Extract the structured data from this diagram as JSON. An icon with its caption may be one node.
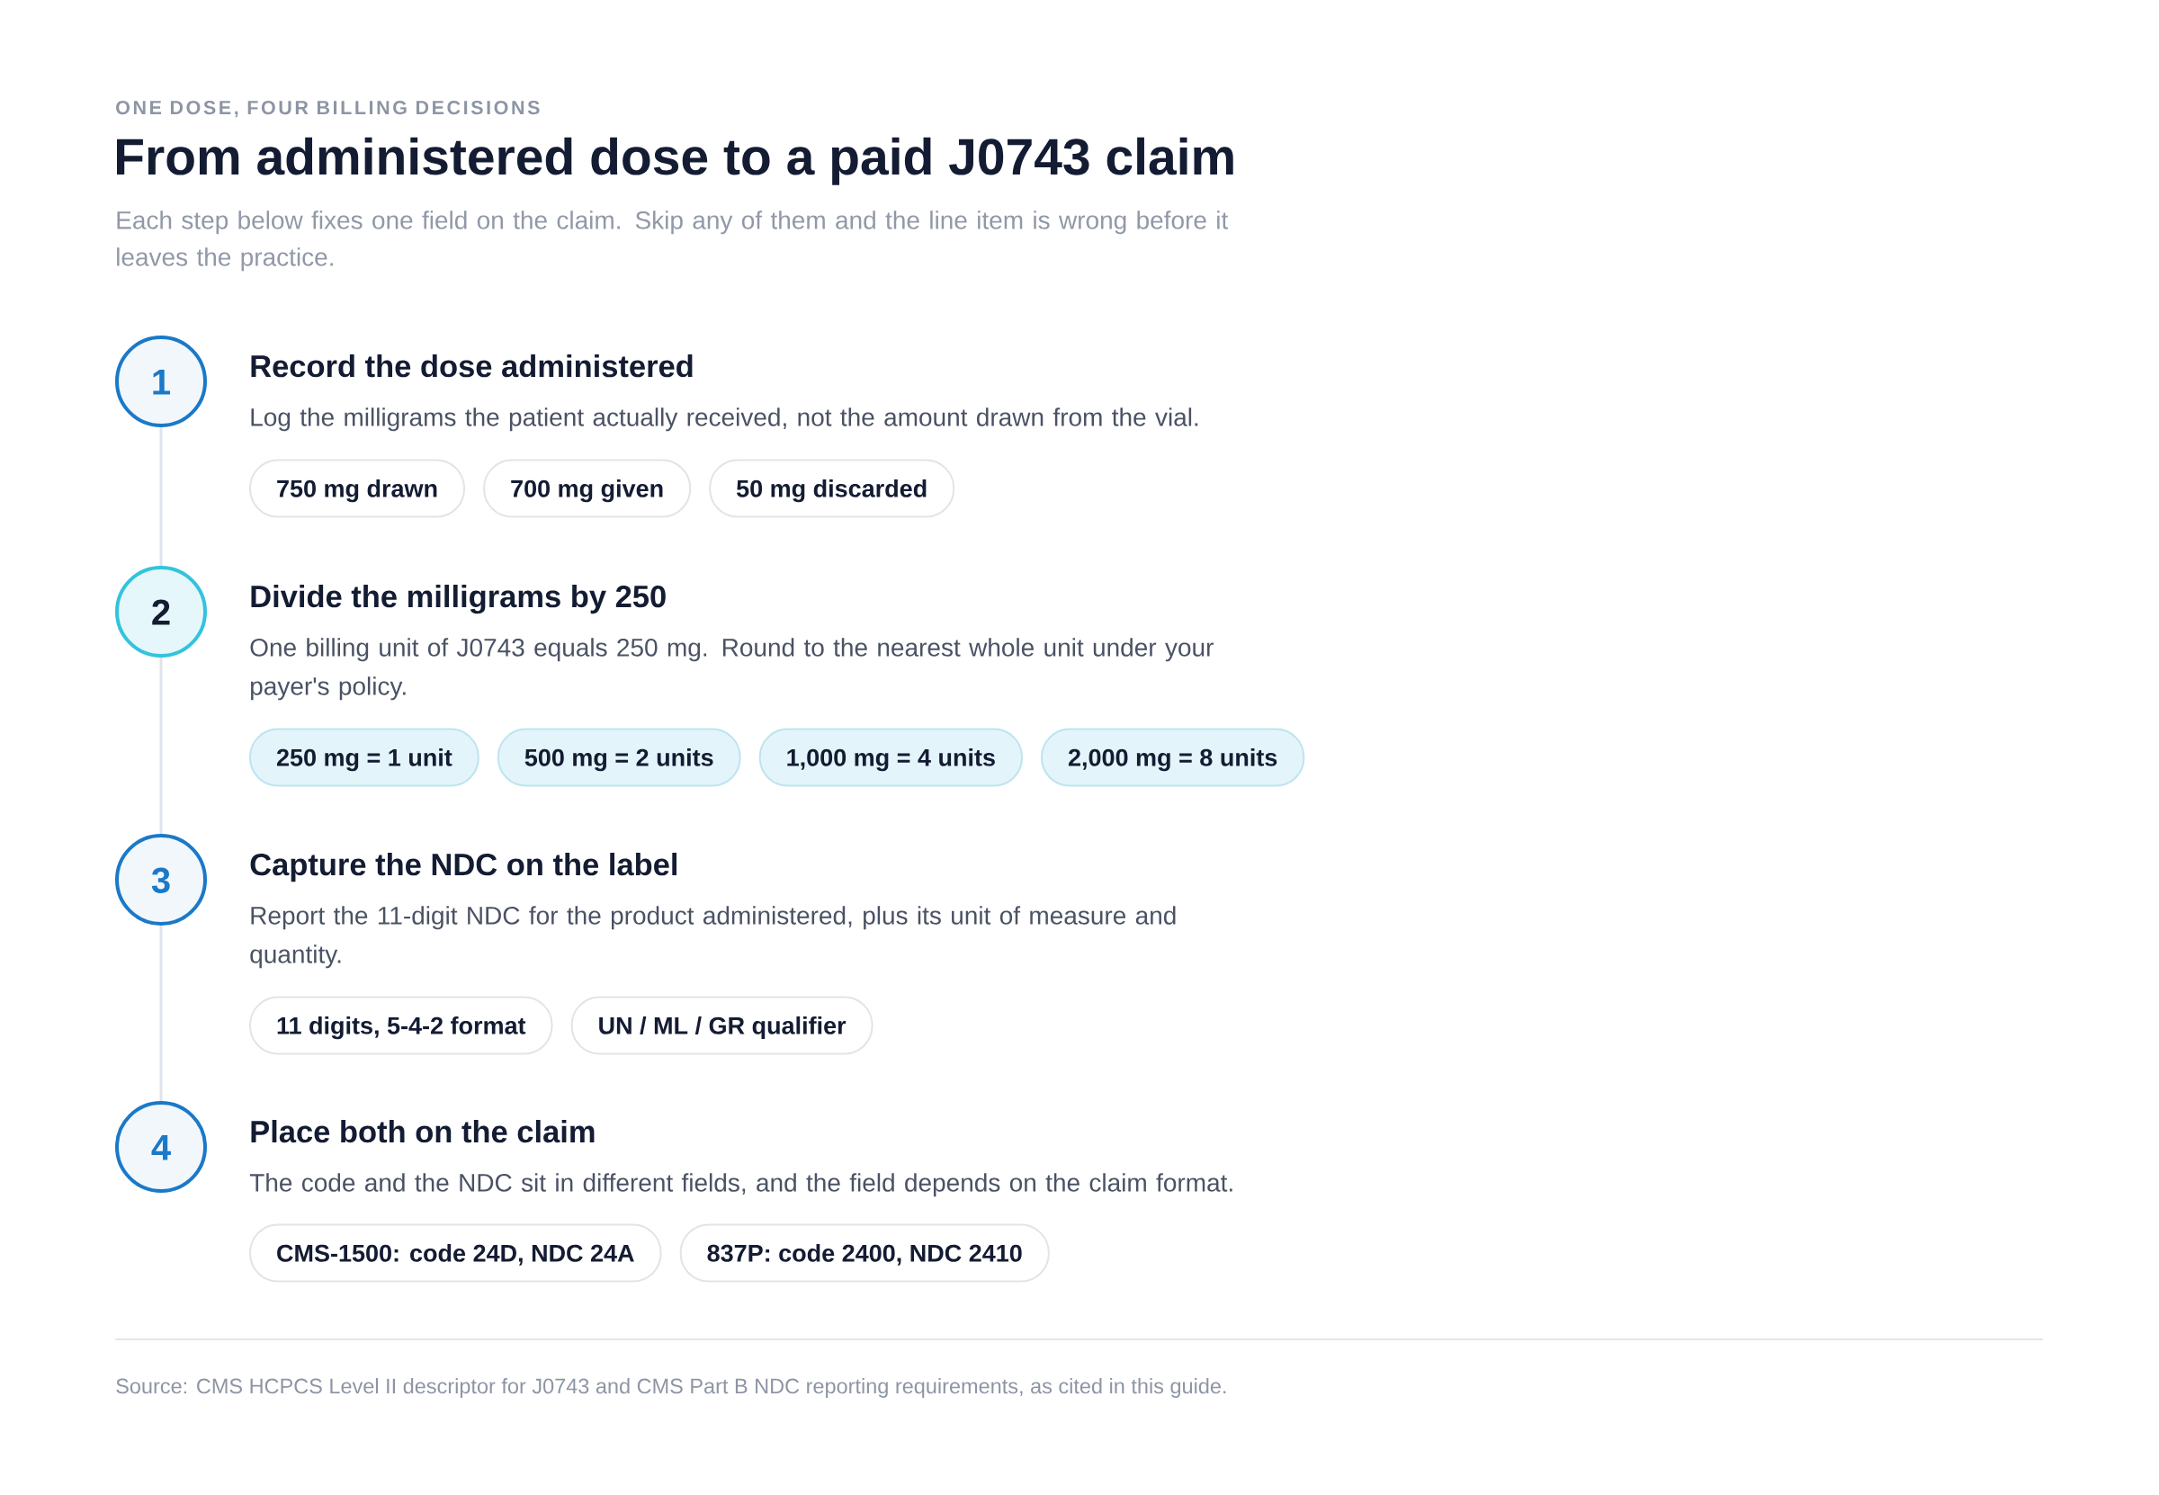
{
  "diagram": {
    "title": "From administered dose to a paid J0743 claim",
    "caption": "Source: CMS HCPCS Level II descriptor for J0743 and CMS Part B NDC reporting requirements, as cited in this guide.",
    "nodes": [
      {
        "text": [
          "1"
        ],
        "beside": [
          "Record the dose administered",
          "Log the milligrams the patient actually received, not the amount drawn from the vial."
        ]
      },
      {
        "text": [
          "750 mg drawn"
        ]
      },
      {
        "text": [
          "700 mg given"
        ]
      },
      {
        "text": [
          "50 mg discarded"
        ]
      },
      {
        "text": [
          "2"
        ],
        "beside": [
          "Divide the milligrams by 250",
          "One billing unit of J0743 equals 250 mg. Round to the nearest whole unit under your payer's policy."
        ]
      },
      {
        "text": [
          "250 mg = 1 unit"
        ]
      },
      {
        "text": [
          "500 mg = 2 units"
        ]
      },
      {
        "text": [
          "1,000 mg = 4 units"
        ]
      },
      {
        "text": [
          "2,000 mg = 8 units"
        ]
      },
      {
        "text": [
          "3"
        ],
        "beside": [
          "Capture the NDC on the label",
          "Report the 11-digit NDC for the product administered, plus its unit of measure and quantity."
        ]
      },
      {
        "text": [
          "11 digits, 5-4-2 format"
        ]
      },
      {
        "text": [
          "UN / ML / GR qualifier"
        ]
      },
      {
        "text": [
          "4"
        ],
        "beside": [
          "Place both on the claim",
          "The code and the NDC sit in different fields, and the field depends on the claim format."
        ]
      },
      {
        "text": [
          "CMS-1500: code 24D, NDC 24A"
        ]
      },
      {
        "text": [
          "837P: code 2400, NDC 2410"
        ]
      }
    ],
    "edges": [
      {
        "from": 0,
        "to": 4,
        "arrow": "none"
      },
      {
        "from": 4,
        "to": 9,
        "arrow": "none"
      },
      {
        "from": 9,
        "to": 12,
        "arrow": "none"
      }
    ],
    "labels": [
      "ONE DOSE, FOUR BILLING DECISIONS",
      "Each step below fixes one field on the claim. Skip any of them and the line item is wrong before it leaves the practice."
    ]
  }
}
